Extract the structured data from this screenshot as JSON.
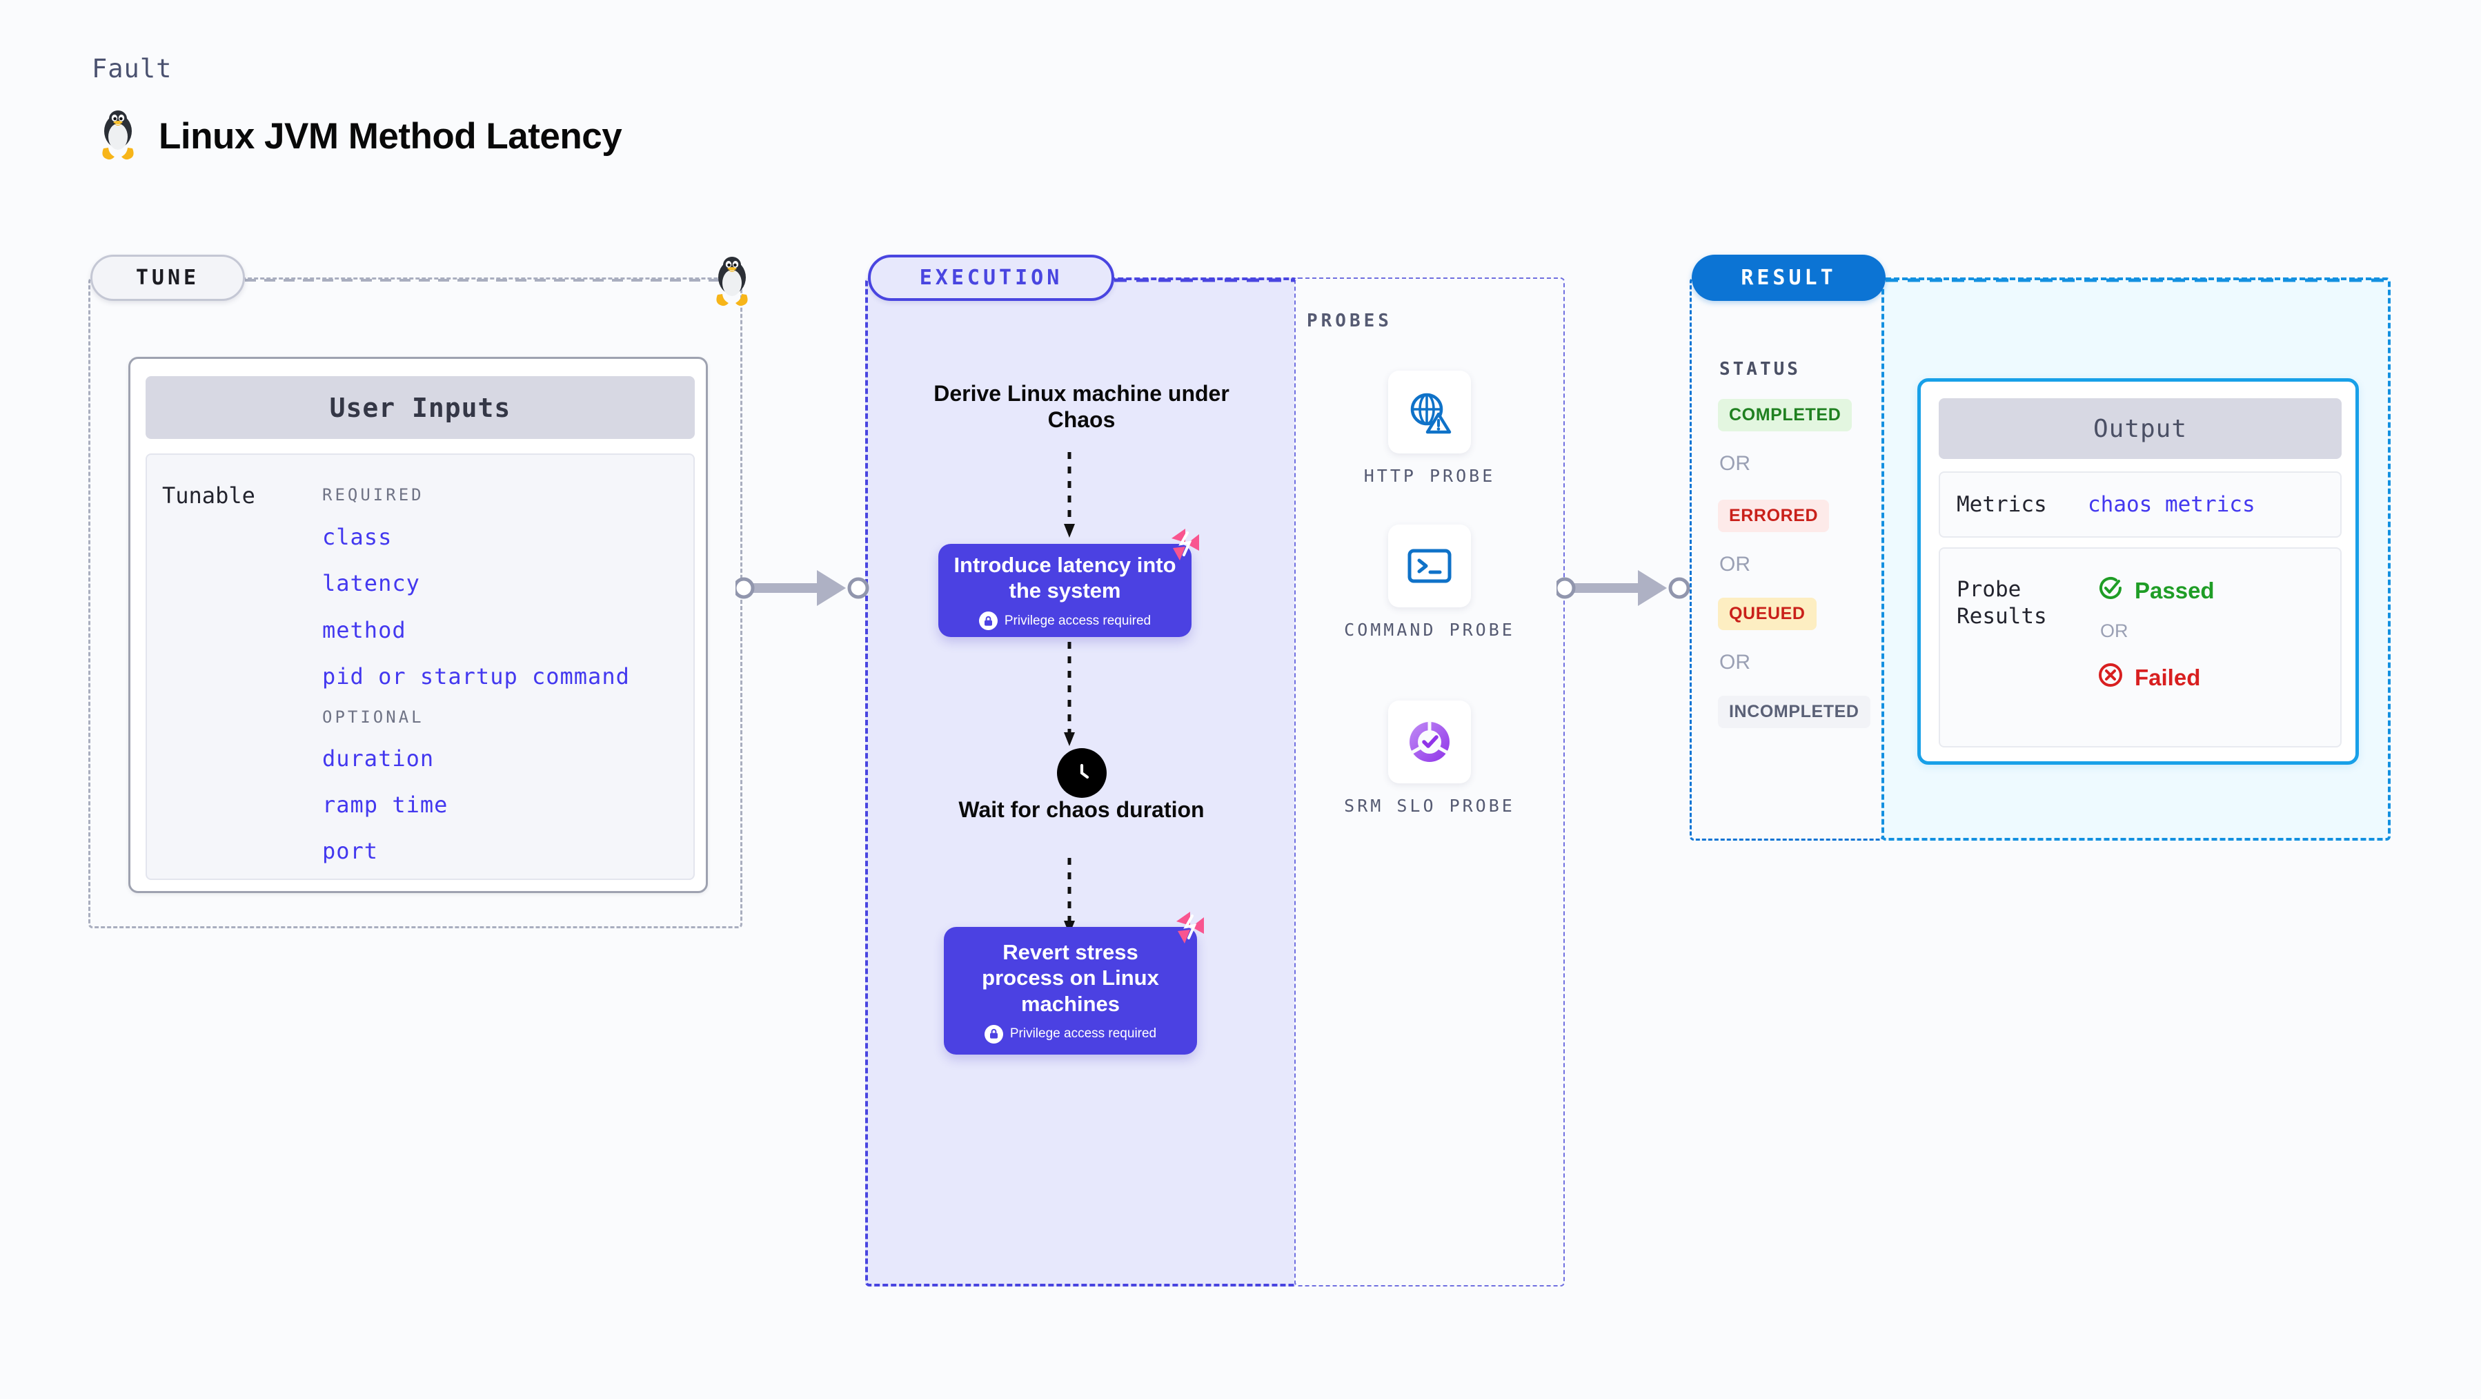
{
  "header": {
    "eyebrow": "Fault",
    "title": "Linux JVM Method Latency",
    "icon": "linux-penguin-icon"
  },
  "tune": {
    "tab_label": "TUNE",
    "corner_icon": "linux-penguin-icon",
    "card_title": "User Inputs",
    "tunable_label": "Tunable",
    "groups": [
      {
        "heading": "REQUIRED",
        "items": [
          "class",
          "latency",
          "method",
          "pid or startup command"
        ]
      },
      {
        "heading": "OPTIONAL",
        "items": [
          "duration",
          "ramp time",
          "port"
        ]
      }
    ]
  },
  "execution": {
    "tab_label": "EXECUTION",
    "steps": [
      {
        "kind": "label",
        "text": "Derive Linux machine under Chaos"
      },
      {
        "kind": "box",
        "title": "Introduce latency into the system",
        "privilege": "Privilege access required",
        "badge_icon": "harness-logo-icon",
        "lock_icon": "lock-icon"
      },
      {
        "kind": "label",
        "text": "Wait for chaos duration",
        "icon": "clock-icon"
      },
      {
        "kind": "box",
        "title": "Revert stress process on Linux machines",
        "privilege": "Privilege access required",
        "badge_icon": "harness-logo-icon",
        "lock_icon": "lock-icon"
      }
    ]
  },
  "probes": {
    "label": "PROBES",
    "items": [
      {
        "name": "HTTP PROBE",
        "icon": "globe-warning-icon"
      },
      {
        "name": "COMMAND PROBE",
        "icon": "terminal-prompt-icon"
      },
      {
        "name": "SRM SLO PROBE",
        "icon": "srm-slo-donut-check-icon"
      }
    ]
  },
  "result": {
    "tab_label": "RESULT",
    "status_label": "STATUS",
    "or_label": "OR",
    "statuses": [
      {
        "label": "COMPLETED",
        "bg": "#e3f6e0",
        "fg": "#1f8020"
      },
      {
        "label": "ERRORED",
        "bg": "#fdeae9",
        "fg": "#c9201a"
      },
      {
        "label": "QUEUED",
        "bg": "#fdeec2",
        "fg": "#c9201a"
      },
      {
        "label": "INCOMPLETED",
        "bg": "#f2f3f7",
        "fg": "#5a6076"
      }
    ]
  },
  "output": {
    "title": "Output",
    "metrics_label": "Metrics",
    "metrics_value": "chaos metrics",
    "probe_results_label": "Probe Results",
    "or_label": "OR",
    "passed_label": "Passed",
    "failed_label": "Failed",
    "passed_icon": "check-circle-icon",
    "failed_icon": "x-circle-icon",
    "passed_color": "#1f9d26",
    "failed_color": "#d81f20"
  },
  "colors": {
    "canvas": "#fafbfd",
    "execution_fill": "#e7e8fc",
    "execution_accent": "#4945e0",
    "result_accent": "#0c74d4",
    "output_fill": "#eefaff",
    "step_purple": "#4b41e2",
    "tunable_blue": "#4338ef",
    "harness_pink": "#f9558f",
    "probe_blue": "#0f72c8",
    "srm_purple": "#9b4fe8"
  }
}
